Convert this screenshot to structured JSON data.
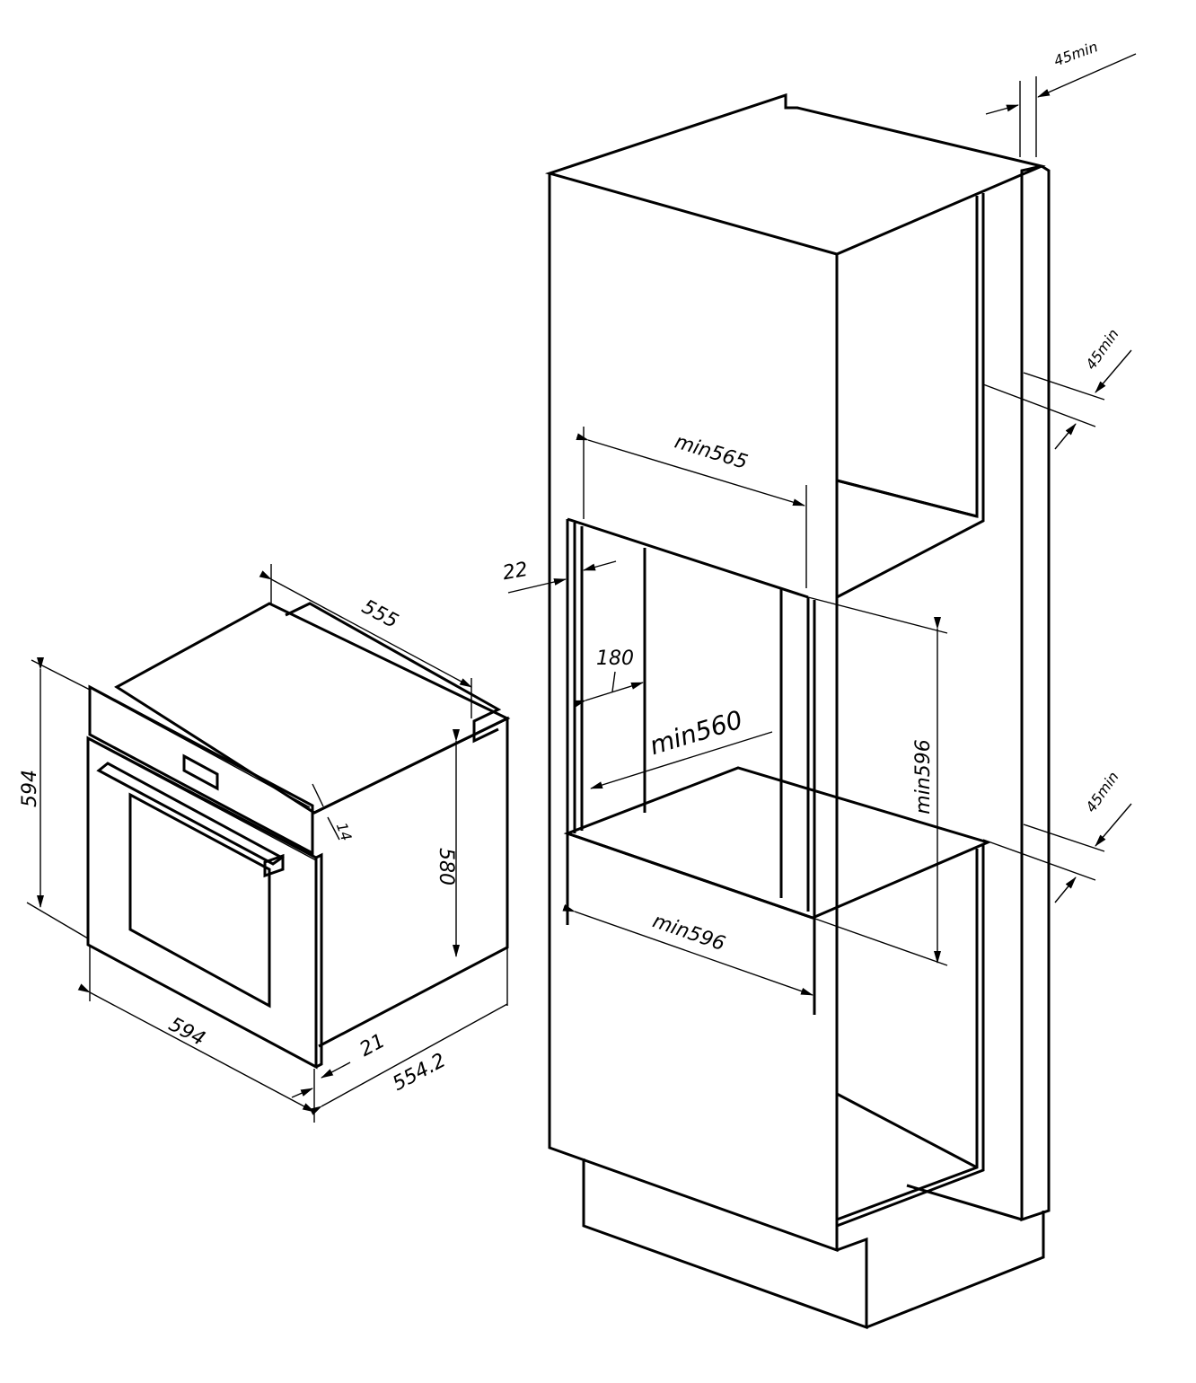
{
  "diagram": {
    "type": "built-in oven installation dimensions",
    "oven": {
      "width_label": "594",
      "height_label": "594",
      "depth_label": "555",
      "body_height_label": "580",
      "door_thickness_label": "21",
      "total_depth_label": "554.2",
      "panel_thickness_label": "14"
    },
    "cabinet": {
      "top_gap_label": "45min",
      "upper_gap_label": "45min",
      "lower_gap_label": "45min",
      "min_width_top_label": "min565",
      "side_thickness_label": "22",
      "vent_depth_label": "180",
      "min_depth_label": "min560",
      "min_height_label": "min596",
      "min_width_bottom_label": "min596"
    }
  }
}
